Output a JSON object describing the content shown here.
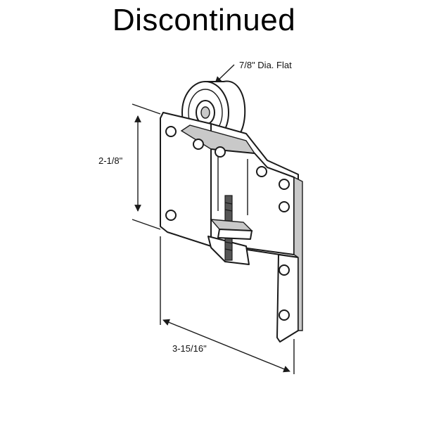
{
  "header": {
    "status_text": "Discontinued"
  },
  "dimensions": {
    "wheel": "7/8\" Dia. Flat",
    "height": "2-1/8\"",
    "width": "3-15/16\""
  },
  "colors": {
    "line": "#1a1a1a",
    "shade": "#c9c9c9",
    "background": "#ffffff"
  }
}
